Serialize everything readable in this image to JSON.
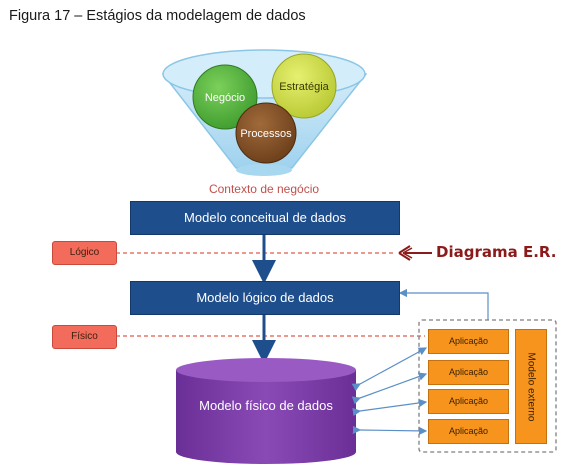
{
  "caption": "Figura 17 – Estágios da modelagem de dados",
  "funnel": {
    "circles": [
      "Negócio",
      "Estratégia",
      "Processos"
    ],
    "context_label": "Contexto de negócio"
  },
  "models": {
    "conceptual": "Modelo conceitual de dados",
    "logical": "Modelo lógico de dados",
    "physical": "Modelo físico de dados"
  },
  "tags": {
    "logical": "Lógico",
    "physical": "Físico"
  },
  "annotation": "Diagrama E.R.",
  "applications": [
    "Aplicação",
    "Aplicação",
    "Aplicação",
    "Aplicação"
  ],
  "external_model": "Modelo externo",
  "colors": {
    "dark_blue": "#1f4e8c",
    "purple": "#7e3ea8",
    "orange": "#f7941d",
    "tag_red": "#f26b5b",
    "annotation_red": "#8b1a1a",
    "dashed_red": "#e05a4a",
    "arrow_blue": "#5b8fc7"
  }
}
